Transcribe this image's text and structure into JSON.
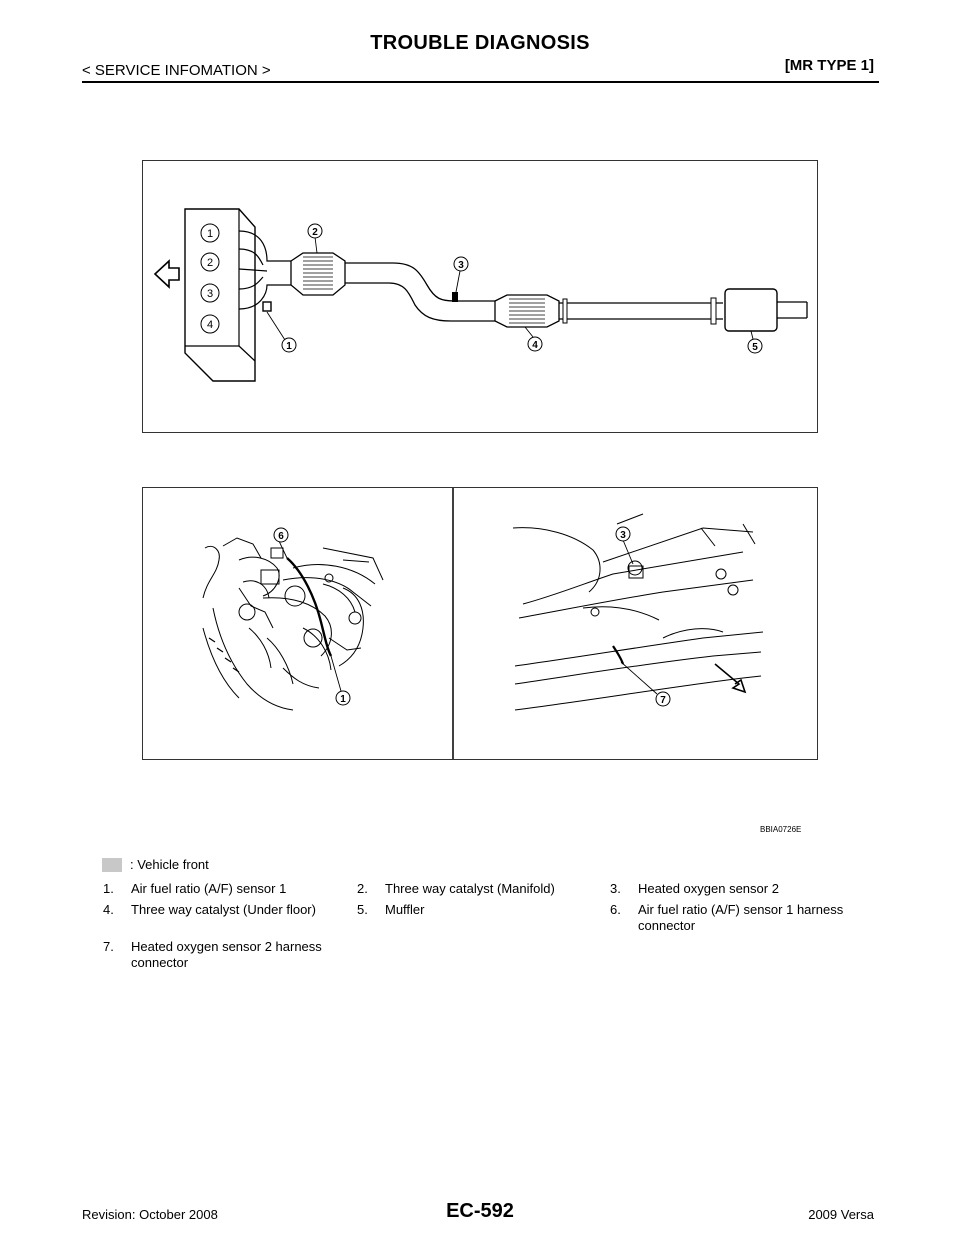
{
  "header": {
    "title": "TROUBLE DIAGNOSIS",
    "section": "< SERVICE INFOMATION >",
    "model_type": "[MR TYPE 1]"
  },
  "figure": {
    "code": "BBIA0726E",
    "diagram_labels": [
      "1",
      "2",
      "3",
      "4",
      "5",
      "6",
      "7"
    ],
    "manifold_port_labels": [
      "1",
      "2",
      "3",
      "4"
    ]
  },
  "legend": {
    "vehicle_front": ": Vehicle front"
  },
  "items": [
    {
      "num": "1.",
      "text": "Air fuel ratio (A/F) sensor 1"
    },
    {
      "num": "2.",
      "text": "Three way catalyst (Manifold)"
    },
    {
      "num": "3.",
      "text": "Heated oxygen sensor 2"
    },
    {
      "num": "4.",
      "text": "Three way catalyst (Under floor)"
    },
    {
      "num": "5.",
      "text": "Muffler"
    },
    {
      "num": "6.",
      "text": "Air fuel ratio (A/F) sensor 1 harness connector"
    },
    {
      "num": "7.",
      "text": "Heated oxygen sensor 2 harness connector"
    }
  ],
  "footer": {
    "revision": "Revision: October 2008",
    "page": "EC-592",
    "vehicle": "2009 Versa"
  }
}
